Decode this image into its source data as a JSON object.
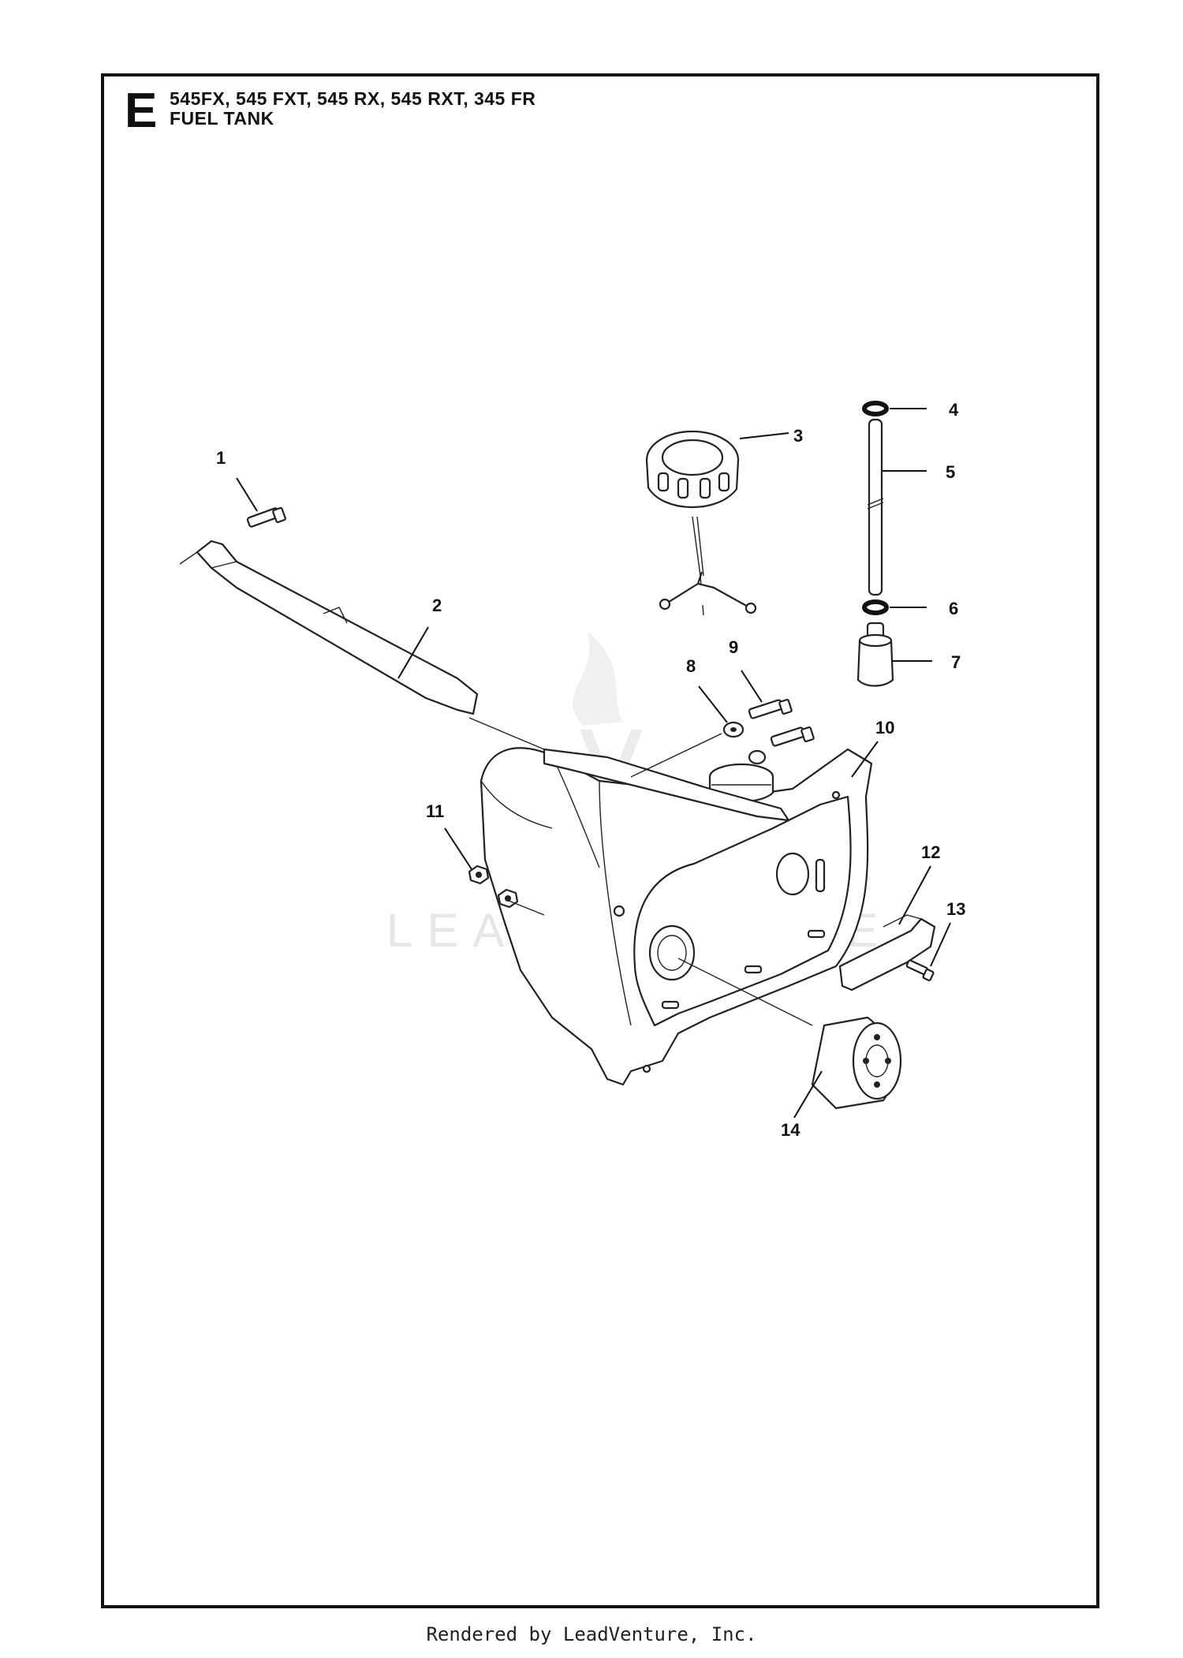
{
  "header": {
    "section_letter": "E",
    "models": "545FX, 545 FXT, 545 RX, 545 RXT, 345 FR",
    "title": "FUEL TANK"
  },
  "watermark": "LEADVENTURE",
  "callouts": [
    "1",
    "2",
    "3",
    "4",
    "5",
    "6",
    "7",
    "8",
    "9",
    "10",
    "11",
    "12",
    "13",
    "14"
  ],
  "footer": "Rendered by LeadVenture, Inc."
}
